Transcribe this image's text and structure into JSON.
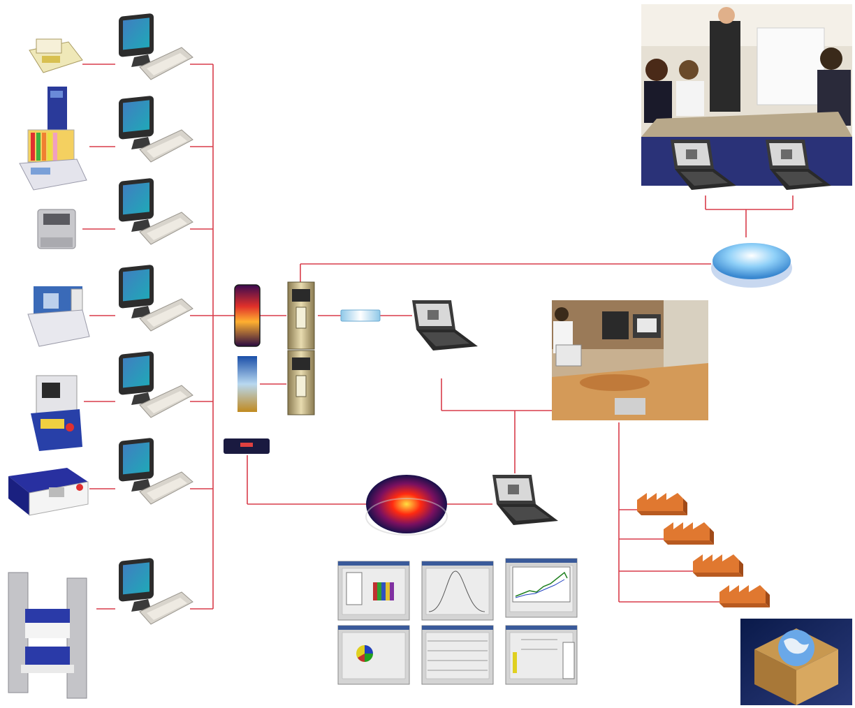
{
  "diagram": {
    "line_color": "#d83c4a",
    "background": "#ffffff",
    "instruments": [
      {
        "icon": "precision-balance-icon"
      },
      {
        "icon": "tensile-tester-icon"
      },
      {
        "icon": "paper-sample-cutter-icon"
      },
      {
        "icon": "crush-tester-icon"
      },
      {
        "icon": "burst-tester-icon"
      },
      {
        "icon": "friction-tester-icon"
      },
      {
        "icon": "compression-tester-icon"
      }
    ],
    "workstation_icon": "desktop-computer-icon",
    "network_devices": [
      "gradient-bridge-icon",
      "network-switch-icon",
      "hub-icon",
      "tower-server-icon",
      "router-disc-icon",
      "database-server-icon"
    ],
    "photos": [
      "meeting-room-photo",
      "control-room-photo",
      "globe-in-box-photo"
    ],
    "factories_count": 4,
    "software_screens": [
      "measurement-screen",
      "distribution-curve-screen",
      "trend-chart-screen",
      "pie-chart-screen",
      "grid-data-screen",
      "bar-report-screen"
    ]
  }
}
